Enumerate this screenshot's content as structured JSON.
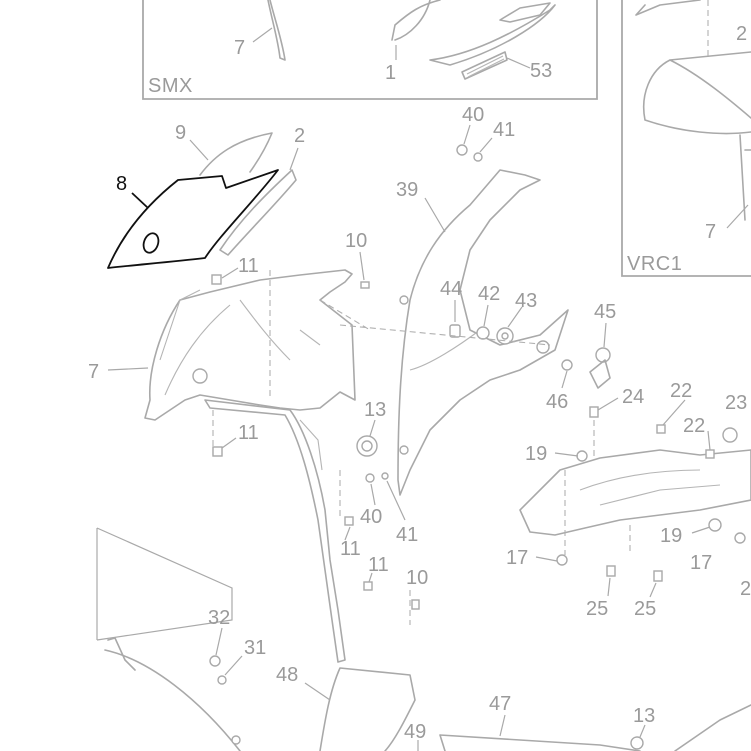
{
  "inset_labels": {
    "smx": "SMX",
    "vrc1": "VRC1"
  },
  "callouts": {
    "highlighted": "8",
    "c1": "1",
    "c2a": "2",
    "c2b": "2",
    "c2c": "2",
    "c7a": "7",
    "c7b": "7",
    "c7c": "7",
    "c9": "9",
    "c10a": "10",
    "c10b": "10",
    "c11a": "11",
    "c11b": "11",
    "c11c": "11",
    "c11d": "11",
    "c13a": "13",
    "c13b": "13",
    "c17a": "17",
    "c17b": "17",
    "c19a": "19",
    "c19b": "19",
    "c22a": "22",
    "c22b": "22",
    "c23": "23",
    "c24": "24",
    "c25a": "25",
    "c25b": "25",
    "c31": "31",
    "c32": "32",
    "c39": "39",
    "c40a": "40",
    "c40b": "40",
    "c41a": "41",
    "c41b": "41",
    "c42": "42",
    "c43": "43",
    "c44": "44",
    "c45": "45",
    "c46": "46",
    "c47": "47",
    "c48": "48",
    "c49": "49",
    "c53": "53"
  },
  "colors": {
    "line": "#a9a9a9",
    "text": "#9a9a9a",
    "highlight": "#111111",
    "background": "#ffffff"
  }
}
